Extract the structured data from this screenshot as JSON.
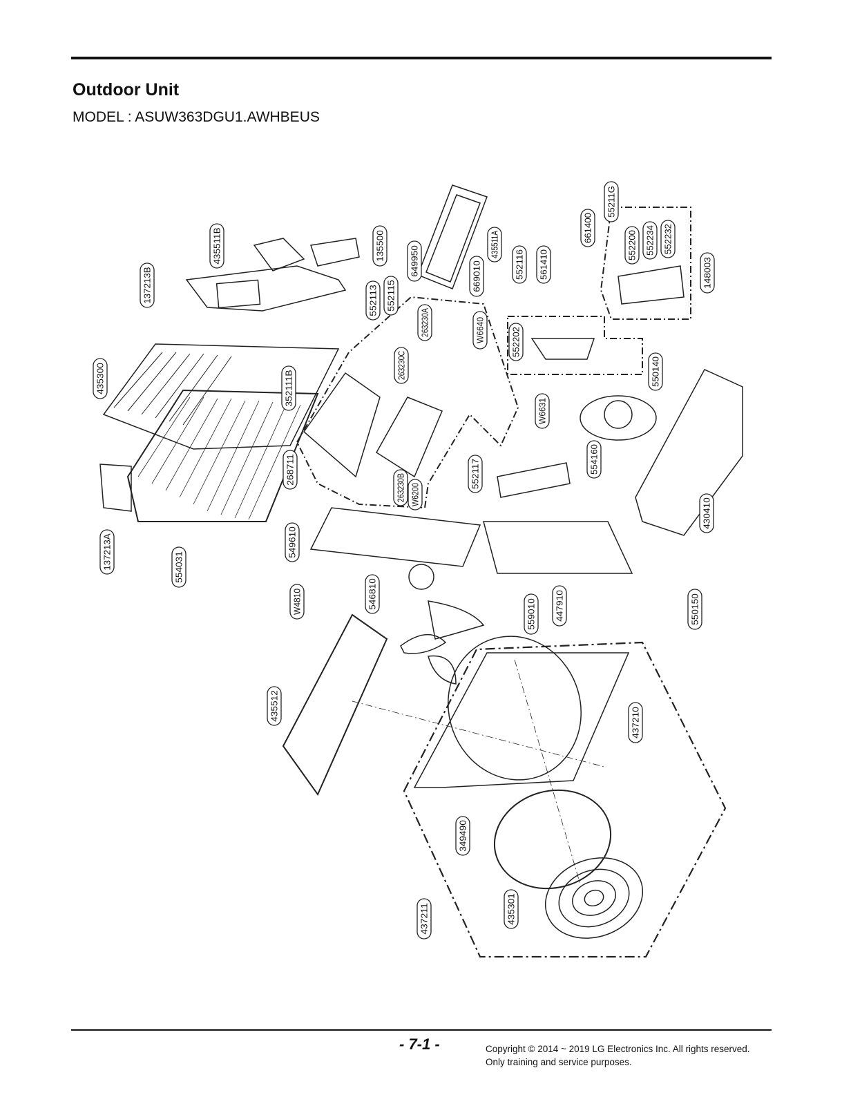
{
  "header": {
    "title": "Outdoor Unit",
    "model": "MODEL : ASUW363DGU1.AWHBEUS"
  },
  "diagram": {
    "part_labels": [
      "435511B",
      "135500",
      "137213B",
      "552113",
      "552115",
      "649950",
      "669010",
      "435511A",
      "552116",
      "561410",
      "661400",
      "55211G",
      "552200",
      "552234",
      "552232",
      "148003",
      "263230A",
      "W6640",
      "552202",
      "435300",
      "352111B",
      "263230C",
      "550140",
      "W6631",
      "554160",
      "268711",
      "552117",
      "263230B",
      "W6200",
      "430410",
      "137213A",
      "554031",
      "549610",
      "W4810",
      "546810",
      "559010",
      "447910",
      "550150",
      "435512",
      "437210",
      "349490",
      "435301",
      "437211"
    ]
  },
  "footer": {
    "page": "- 7-1 -",
    "copyright": "Copyright © 2014 ~ 2019 LG Electronics Inc. All rights reserved.",
    "note": "Only training and service purposes."
  }
}
